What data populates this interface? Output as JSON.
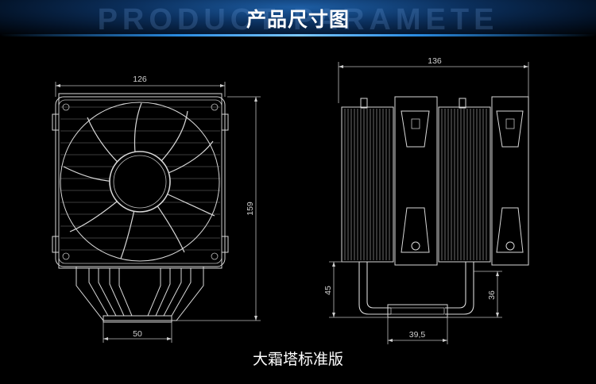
{
  "header": {
    "watermark": "PRODUCT PARAMETE",
    "title": "产品尺寸图"
  },
  "dimensions": {
    "front_width": "126",
    "front_height": "159",
    "heatpipe_base": "50",
    "side_width": "136",
    "side_left_height": "45",
    "side_right_height": "36",
    "side_base": "39,5"
  },
  "caption": "大霜塔标准版",
  "colors": {
    "background": "#000000",
    "banner": "#0b2f5c",
    "line": "#d8d8d8",
    "text": "#ffffff"
  }
}
